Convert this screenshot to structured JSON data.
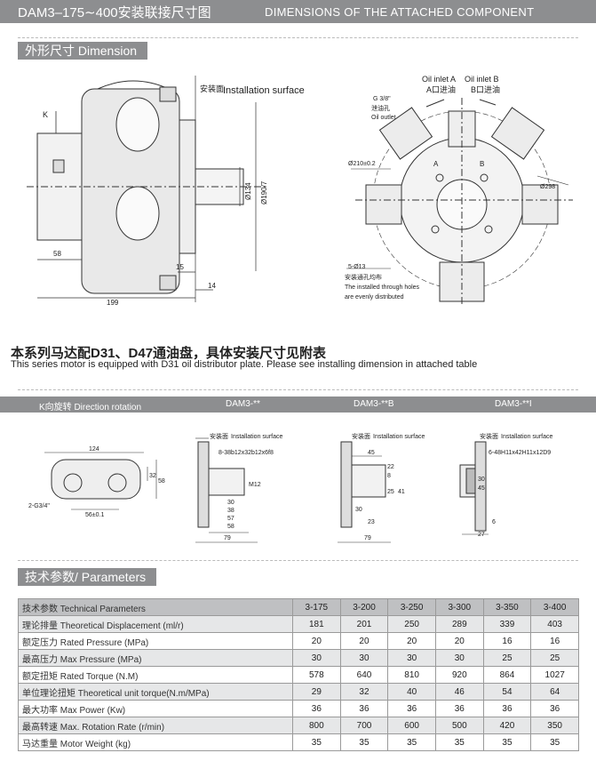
{
  "header": {
    "title_cn": "DAM3–175∼400安装联接尺寸图",
    "title_en": "DIMENSIONS OF THE ATTACHED COMPONENT"
  },
  "section1": {
    "label": "外形尺寸  Dimension"
  },
  "drawing1": {
    "k_label": "K",
    "install_surface_cn": "安装面",
    "install_surface_en": "Installation surface",
    "dims": {
      "d58": "58",
      "d199": "199",
      "d15": "15",
      "d14": "14",
      "phi134": "Ø134",
      "phi190": "Ø190/7"
    }
  },
  "drawing2": {
    "oil_inlet_a": "Oil inlet A",
    "oil_inlet_a_cn": "A口进油",
    "oil_inlet_b": "Oil inlet B",
    "oil_inlet_b_cn": "B口进油",
    "g38": "G 3/8\"",
    "drain_cn": "泄油孔",
    "drain_en": "Oil outlet",
    "phi210": "Ø210±0.2",
    "a": "A",
    "b": "B",
    "phi298": "Ø298",
    "holes": "5-Ø13",
    "holes_cn": "安装通孔均布",
    "holes_note1": "The installed through holes",
    "holes_note2": "are evenly distributed"
  },
  "note": {
    "cn": "本系列马达配D31、D47通油盘，具体安装尺寸见附表",
    "en": "This series motor is equipped with D31  oil distributor plate. Please see installing dimension in attached table"
  },
  "bar2": {
    "k_dir": "K向旋转   Direction rotation",
    "col1": "DAM3-**",
    "col2": "DAM3-**B",
    "col3": "DAM3-**I"
  },
  "small_drawings": {
    "d124": "124",
    "d32": "32",
    "d58": "58",
    "g34": "2-G3/4\"",
    "d56": "56±0.1",
    "install_cn": "安装面",
    "install_en": "Installation surface",
    "spline1": "8-38b12x32b12x6f8",
    "m12": "M12",
    "d30": "30",
    "d38": "38",
    "d57": "57",
    "d58b": "58",
    "d79": "79",
    "d45": "45",
    "d22": "22",
    "d8": "8",
    "d30b": "30",
    "d25": "25",
    "d41": "41",
    "d23": "23",
    "d79b": "79",
    "spline3": "6-48H11x42H11x12D9",
    "d30c": "30",
    "d45c": "45",
    "d6": "6",
    "d27": "27"
  },
  "section3": {
    "label": "技术参数/ Parameters"
  },
  "params": {
    "header": [
      "技术参数  Technical Parameters",
      "3-175",
      "3-200",
      "3-250",
      "3-300",
      "3-350",
      "3-400"
    ],
    "rows": [
      [
        "理论排量 Theoretical Displacement (ml/r)",
        "181",
        "201",
        "250",
        "289",
        "339",
        "403"
      ],
      [
        "额定压力 Rated Pressure (MPa)",
        "20",
        "20",
        "20",
        "20",
        "16",
        "16"
      ],
      [
        "最高压力 Max Pressure (MPa)",
        "30",
        "30",
        "30",
        "30",
        "25",
        "25"
      ],
      [
        "额定扭矩 Rated Torque (N.M)",
        "578",
        "640",
        "810",
        "920",
        "864",
        "1027"
      ],
      [
        "单位理论扭矩 Theoretical unit torque(N.m/MPa)",
        "29",
        "32",
        "40",
        "46",
        "54",
        "64"
      ],
      [
        "最大功率 Max Power (Kw)",
        "36",
        "36",
        "36",
        "36",
        "36",
        "36"
      ],
      [
        "最高转速 Max. Rotation Rate (r/min)",
        "800",
        "700",
        "600",
        "500",
        "420",
        "350"
      ],
      [
        "马达重量 Motor Weight (kg)",
        "35",
        "35",
        "35",
        "35",
        "35",
        "35"
      ]
    ]
  }
}
